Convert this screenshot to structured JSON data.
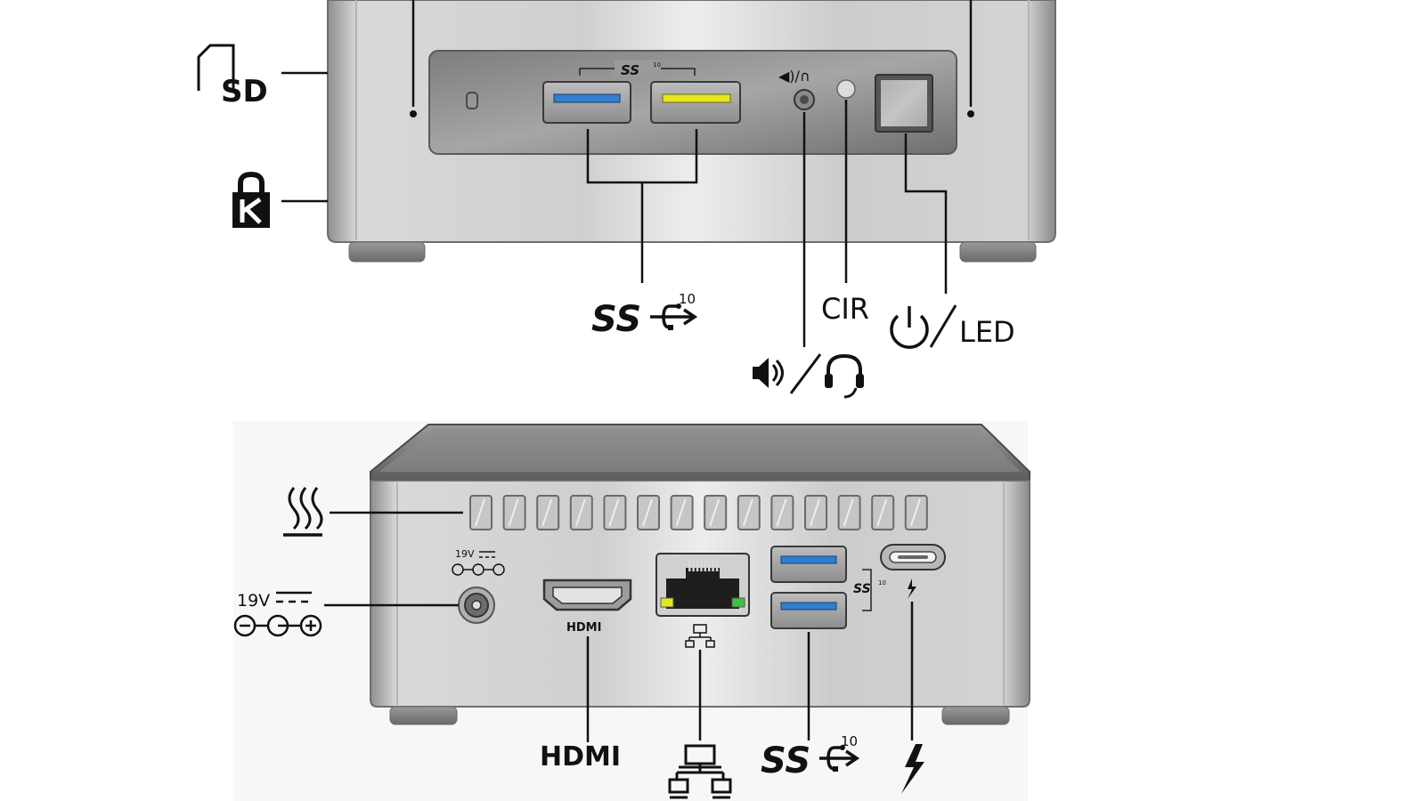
{
  "front_panel": {
    "sd_label": "SD",
    "usb_group_label": "SS",
    "usb_superscript": "10",
    "usb_callout_label": "SS",
    "usb_callout_superscript": "10",
    "cir_label": "CIR",
    "power_led_label": "LED",
    "port_colors": {
      "usb_left": "#2f7fd0",
      "usb_right": "#e5e51f"
    }
  },
  "rear_panel": {
    "dc_small_label": "19V",
    "dc_label": "19V",
    "hdmi_port_label": "HDMI",
    "hdmi_callout_label": "HDMI",
    "usb_group_label": "SS",
    "usb_group_superscript": "10",
    "usb_callout_label": "SS",
    "usb_callout_superscript": "10",
    "ethernet_leds": {
      "left": "#e5e51f",
      "right": "#3cc43c"
    },
    "port_colors": {
      "usb": "#2f7fd0"
    }
  },
  "icons": [
    "sd-card-icon",
    "kensington-lock-icon",
    "usb-superspeed-icon",
    "headset-icon",
    "speaker-icon",
    "power-icon",
    "heat-vent-icon",
    "dc-polarity-icon",
    "network-icon",
    "thunderbolt-icon"
  ]
}
